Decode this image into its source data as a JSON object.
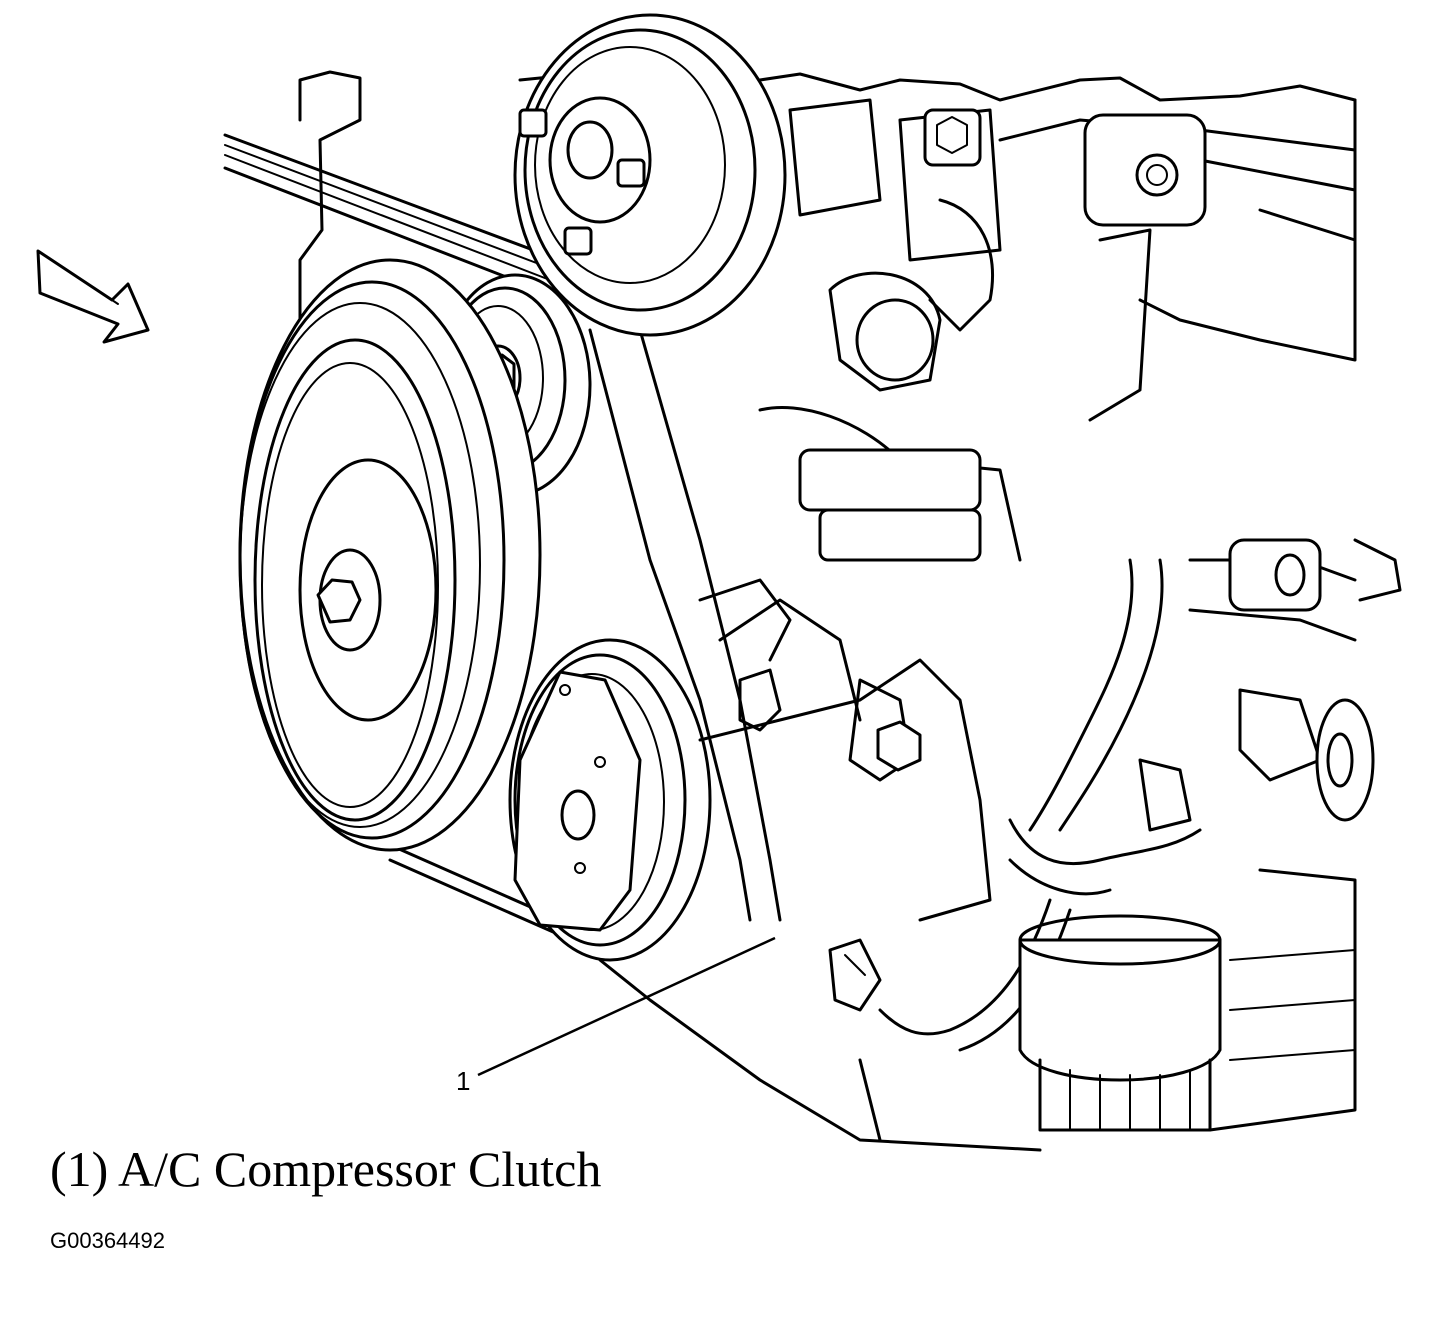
{
  "callout": {
    "number": "1"
  },
  "caption": {
    "text": "(1) A/C Compressor Clutch"
  },
  "figure_id": "G00364492",
  "colors": {
    "ink": "#000000",
    "paper": "#ffffff"
  }
}
